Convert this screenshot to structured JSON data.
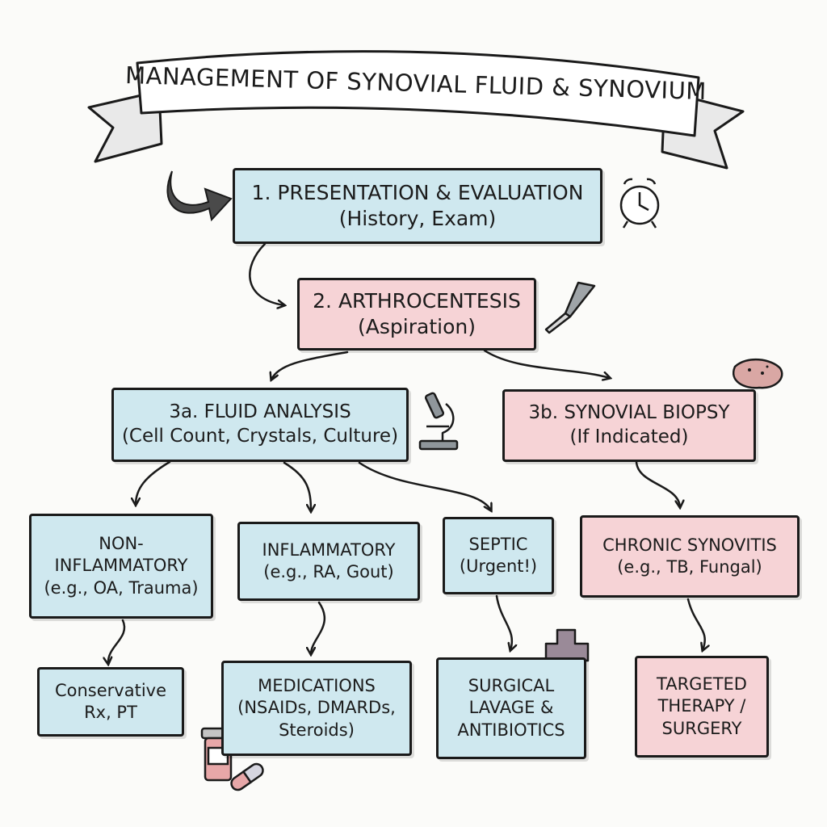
{
  "title": "MANAGEMENT OF SYNOVIAL FLUID & SYNOVIUM",
  "steps": {
    "presentation": {
      "line1": "1. PRESENTATION & EVALUATION",
      "line2": "(History, Exam)"
    },
    "arthrocentesis": {
      "line1": "2. ARTHROCENTESIS",
      "line2": "(Aspiration)"
    },
    "fluid_analysis": {
      "line1": "3a. FLUID ANALYSIS",
      "line2": "(Cell Count, Crystals, Culture)"
    },
    "synovial_biopsy": {
      "line1": "3b. SYNOVIAL BIOPSY",
      "line2": "(If Indicated)"
    },
    "non_inflammatory": {
      "line1": "NON-",
      "line2": "INFLAMMATORY",
      "line3": "(e.g., OA, Trauma)"
    },
    "inflammatory": {
      "line1": "INFLAMMATORY",
      "line2": "(e.g., RA, Gout)"
    },
    "septic": {
      "line1": "SEPTIC",
      "line2": "(Urgent!)"
    },
    "chronic_synovitis": {
      "line1": "CHRONIC SYNOVITIS",
      "line2": "(e.g., TB, Fungal)"
    },
    "conservative": {
      "line1": "Conservative",
      "line2": "Rx, PT"
    },
    "medications": {
      "line1": "MEDICATIONS",
      "line2": "(NSAIDs, DMARDs,",
      "line3": "Steroids)"
    },
    "surgical": {
      "line1": "SURGICAL",
      "line2": "LAVAGE &",
      "line3": "ANTIBIOTICS"
    },
    "targeted": {
      "line1": "TARGETED",
      "line2": "THERAPY /",
      "line3": "SURGERY"
    }
  },
  "icons": [
    "start-arrow-icon",
    "alarm-clock-icon",
    "scalpel-icon",
    "microscope-icon",
    "tissue-sample-icon",
    "medical-cross-icon",
    "pill-bottle-icon",
    "capsule-icon"
  ],
  "colors": {
    "blue_box": "#cfe8ef",
    "pink_box": "#f6d3d6",
    "ink": "#1a1a1a",
    "cross": "#9a8a98"
  }
}
